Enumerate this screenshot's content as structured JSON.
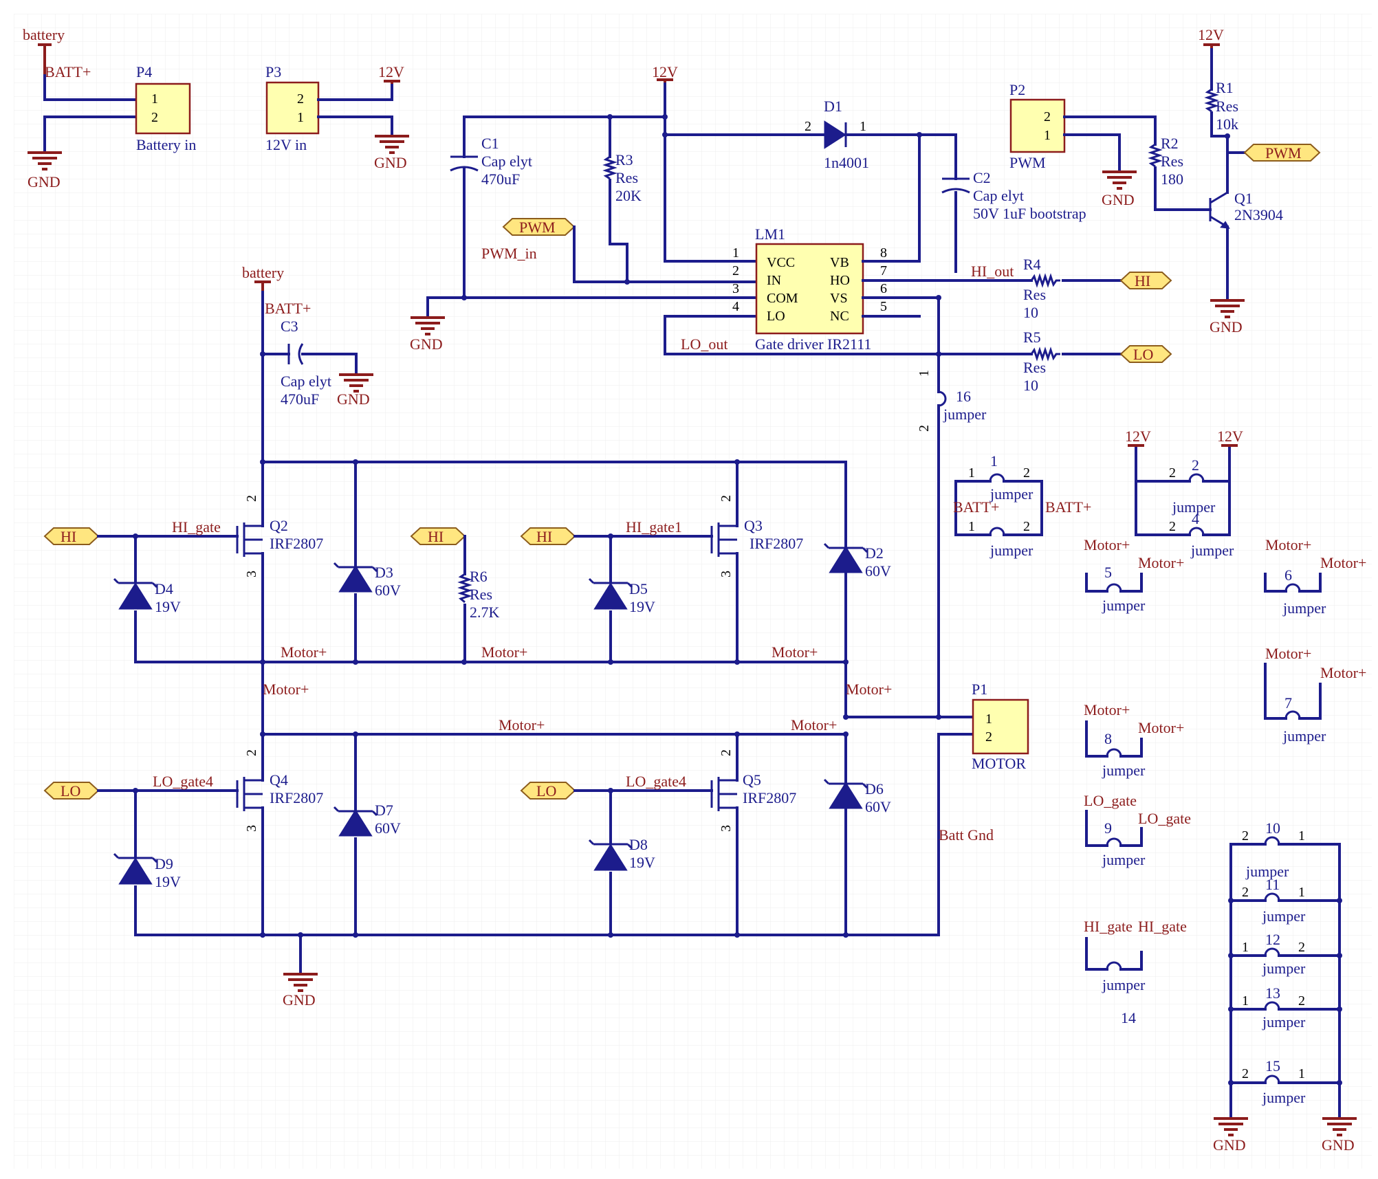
{
  "schematic": {
    "P4": {
      "ref": "P4",
      "desc": "Battery in",
      "pins": [
        "1",
        "2"
      ]
    },
    "P3": {
      "ref": "P3",
      "desc": "12V in",
      "pins": [
        "2",
        "1"
      ]
    },
    "P2": {
      "ref": "P2",
      "desc": "PWM",
      "pins": [
        "2",
        "1"
      ]
    },
    "P1": {
      "ref": "P1",
      "desc": "MOTOR",
      "pins": [
        "1",
        "2"
      ]
    },
    "C1": {
      "ref": "C1",
      "type": "Cap elyt",
      "value": "470uF"
    },
    "C2": {
      "ref": "C2",
      "type": "Cap elyt",
      "value": "50V 1uF bootstrap"
    },
    "C3": {
      "ref": "C3",
      "type": "Cap elyt",
      "value": "470uF"
    },
    "R1": {
      "ref": "R1",
      "type": "Res",
      "value": "10k"
    },
    "R2": {
      "ref": "R2",
      "type": "Res",
      "value": "180"
    },
    "R3": {
      "ref": "R3",
      "type": "Res",
      "value": "20K"
    },
    "R4": {
      "ref": "R4",
      "type": "Res",
      "value": "10"
    },
    "R5": {
      "ref": "R5",
      "type": "Res",
      "value": "10"
    },
    "R6": {
      "ref": "R6",
      "type": "Res",
      "value": "2.7K"
    },
    "D1": {
      "ref": "D1",
      "value": "1n4001",
      "pin_a": "2",
      "pin_k": "1"
    },
    "D2": {
      "ref": "D2",
      "value": "60V"
    },
    "D3": {
      "ref": "D3",
      "value": "60V"
    },
    "D4": {
      "ref": "D4",
      "value": "19V"
    },
    "D5": {
      "ref": "D5",
      "value": "19V"
    },
    "D6": {
      "ref": "D6",
      "value": "60V"
    },
    "D7": {
      "ref": "D7",
      "value": "60V"
    },
    "D8": {
      "ref": "D8",
      "value": "19V"
    },
    "D9": {
      "ref": "D9",
      "value": "19V"
    },
    "Q1": {
      "ref": "Q1",
      "value": "2N3904"
    },
    "Q2": {
      "ref": "Q2",
      "value": "IRF2807"
    },
    "Q3": {
      "ref": "Q3",
      "value": "IRF2807"
    },
    "Q4": {
      "ref": "Q4",
      "value": "IRF2807"
    },
    "Q5": {
      "ref": "Q5",
      "value": "IRF2807"
    },
    "LM1": {
      "ref": "LM1",
      "desc": "Gate driver IR2111",
      "left_pins": [
        {
          "n": "1",
          "name": "VCC"
        },
        {
          "n": "2",
          "name": "IN"
        },
        {
          "n": "3",
          "name": "COM"
        },
        {
          "n": "4",
          "name": "LO"
        }
      ],
      "right_pins": [
        {
          "n": "8",
          "name": "VB"
        },
        {
          "n": "7",
          "name": "HO"
        },
        {
          "n": "6",
          "name": "VS"
        },
        {
          "n": "5",
          "name": "NC"
        }
      ]
    },
    "nets": {
      "battery": "battery",
      "batt_plus": "BATT+",
      "gnd": "GND",
      "v12": "12V",
      "pwm": "PWM",
      "pwm_in": "PWM_in",
      "hi": "HI",
      "lo": "LO",
      "hi_out": "HI_out",
      "lo_out": "LO_out",
      "hi_gate": "HI_gate",
      "hi_gate1": "HI_gate1",
      "lo_gate": "LO_gate",
      "lo_gate4": "LO_gate4",
      "lo_gate_4": "LO_gate4",
      "motor_plus": "Motor+",
      "batt_gnd": "Batt Gnd"
    },
    "pin_numbers": {
      "one": "1",
      "two": "2",
      "three": "3",
      "four": "4"
    },
    "jumper_label": "jumper",
    "jumper_nums": [
      "1",
      "2",
      "4",
      "5",
      "6",
      "7",
      "8",
      "9",
      "10",
      "11",
      "12",
      "13",
      "14",
      "15",
      "16"
    ]
  }
}
